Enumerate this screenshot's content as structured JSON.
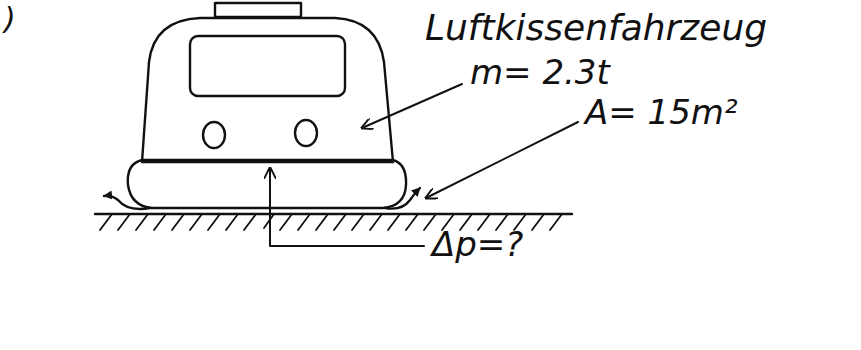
{
  "diagram": {
    "labels": [
      ")",
      "Luftkissenfahrzeug",
      "m= 2.3t",
      "A= 15m²",
      "Δp=?"
    ]
  }
}
